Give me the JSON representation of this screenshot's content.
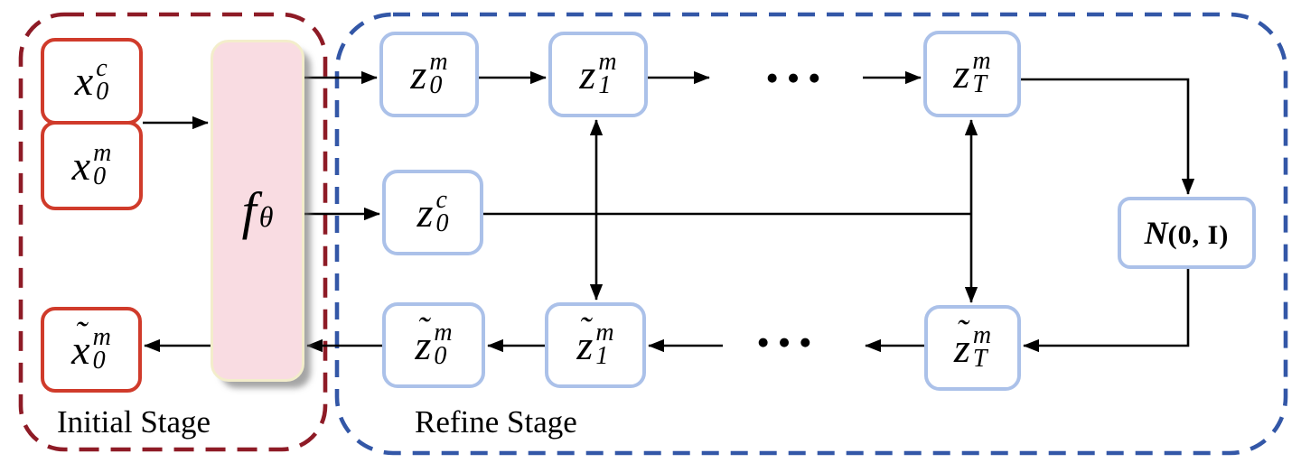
{
  "figure": {
    "stages": {
      "initial": {
        "label": "Initial Stage"
      },
      "refine": {
        "label": "Refine Stage"
      }
    },
    "nodes": {
      "x0c": {
        "tilde": "",
        "base": "x",
        "sup": "c",
        "sub": "0"
      },
      "x0m": {
        "tilde": "",
        "base": "x",
        "sup": "m",
        "sub": "0"
      },
      "x0m_tilde": {
        "tilde": "˜",
        "base": "x",
        "sup": "m",
        "sub": "0"
      },
      "f_theta": {
        "tilde": "",
        "base": "f",
        "sup": "",
        "sub": "θ"
      },
      "z0m": {
        "tilde": "",
        "base": "z",
        "sup": "m",
        "sub": "0"
      },
      "z1m": {
        "tilde": "",
        "base": "z",
        "sup": "m",
        "sub": "1"
      },
      "zTm": {
        "tilde": "",
        "base": "z",
        "sup": "m",
        "sub": "T"
      },
      "z0c": {
        "tilde": "",
        "base": "z",
        "sup": "c",
        "sub": "0"
      },
      "z0m_tilde": {
        "tilde": "˜",
        "base": "z",
        "sup": "m",
        "sub": "0"
      },
      "z1m_tilde": {
        "tilde": "˜",
        "base": "z",
        "sup": "m",
        "sub": "1"
      },
      "zTm_tilde": {
        "tilde": "˜",
        "base": "z",
        "sup": "m",
        "sub": "T"
      },
      "noise": {
        "script_n": "N",
        "args": "(0, I)"
      }
    },
    "ellipsis_top": "●●●",
    "ellipsis_bottom": "●●●",
    "colors": {
      "initial_stage_border": "#8E1B26",
      "input_box_border": "#D03B2B",
      "encoder_fill": "#F9DCE2",
      "encoder_border": "#F3EDCB",
      "refine_stage_border": "#3357A7",
      "latent_box_border": "#ABC1E9",
      "arrow": "#000000",
      "background": "#FFFFFF"
    }
  }
}
